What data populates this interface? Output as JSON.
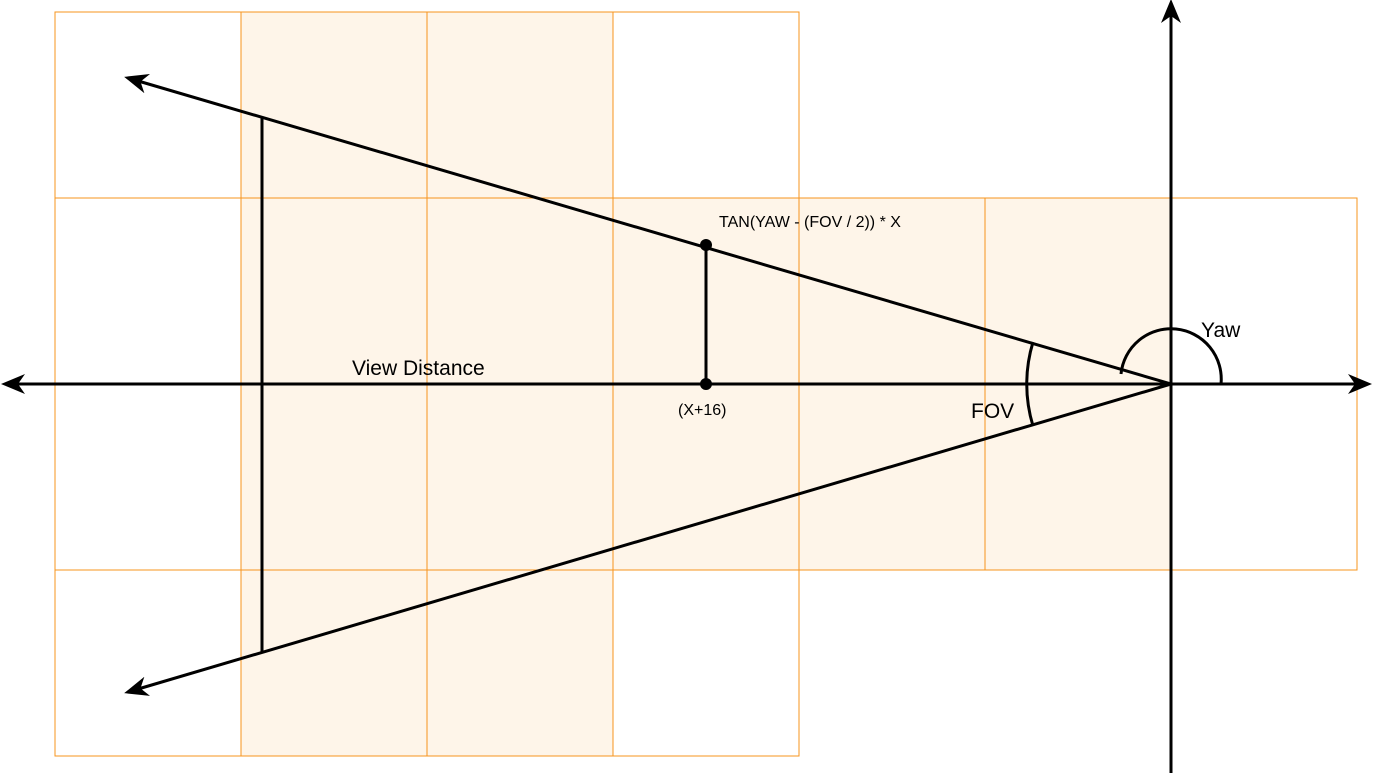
{
  "colors": {
    "grid_stroke": "#f7941d",
    "cell_fill": "#fef5e9",
    "line": "#000000",
    "background": "#ffffff"
  },
  "grid": {
    "rows": [
      {
        "cells": [
          "empty",
          "filled",
          "filled",
          "empty"
        ]
      },
      {
        "cells": [
          "empty",
          "filled",
          "filled",
          "filled",
          "filled",
          "filled",
          "empty"
        ]
      },
      {
        "cells": [
          "empty",
          "filled",
          "filled",
          "filled",
          "filled",
          "filled",
          "empty"
        ]
      },
      {
        "cells": [
          "empty",
          "filled",
          "filled",
          "empty"
        ]
      }
    ]
  },
  "labels": {
    "view_distance": "View Distance",
    "x_plus_16": "(X+16)",
    "formula": "TAN(YAW - (FOV / 2)) * X",
    "fov": "FOV",
    "yaw": "Yaw"
  },
  "icons": {
    "arrow": "arrowhead-icon",
    "point": "point-marker-icon"
  }
}
